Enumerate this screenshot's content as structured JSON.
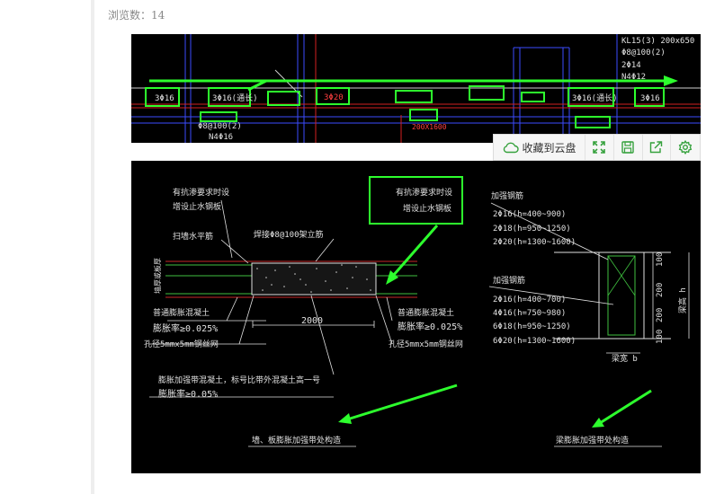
{
  "meta": {
    "views_label": "浏览数：",
    "views_count": "14"
  },
  "toolbar": {
    "save_to_cloud_label": "收藏到云盘",
    "colors": {
      "accent": "#35a13c"
    }
  },
  "drawing_top": {
    "labels": {
      "kl": "KL15(3) 200x650",
      "stirrup": "Φ8@100(2)",
      "top_bars": "2Φ14",
      "side_bars": "N4Φ12",
      "left_bars": "3Φ16",
      "mid_bars": "3Φ16(通长)",
      "right_bars": "3Φ16(通长)",
      "right_small": "3Φ16",
      "lower_left_1": "Φ8@100(2)",
      "lower_left_2": "N4Φ16",
      "mid_red": "3Φ20",
      "mid_red2": "200X1600"
    }
  },
  "drawing_main": {
    "note_a_1": "有抗渗要求时设",
    "note_a_2": "增设止水钢板",
    "note_b_1": "有抗渗要求时设",
    "note_b_2": "增设止水钢板",
    "brace": "焊接Φ8@100架立筋",
    "wall_bars": "扫墙水平筋",
    "wall_thick": "墙厚或板厚",
    "concrete_left": "普通膨胀混凝土",
    "expansion_left": "膨胀率≥0.025%",
    "mesh_left": "孔径5mmx5mm钢丝网",
    "concrete_right": "普通膨胀混凝土",
    "expansion_right": "膨胀率≥0.025%",
    "mesh_right": "孔径5mmx5mm钢丝网",
    "dim_2000": "2000",
    "band_1": "膨胀加强带混凝土，标号比带外混凝土高一号",
    "band_2": "膨胀率≥0.05%",
    "title_left": "墙、板膨胀加强带处构造",
    "rebar_title": "加强钢筋",
    "rebar_1": "2Φ16(h=400~900)",
    "rebar_2": "2Φ18(h=950~1250)",
    "rebar_3": "2Φ20(h=1300~1600)",
    "rebar_title2": "加强钢筋",
    "rebar_4": "2Φ16(h=400~700)",
    "rebar_5": "4Φ16(h=750~980)",
    "rebar_6": "6Φ18(h=950~1250)",
    "rebar_7": "6Φ20(h=1300~1600)",
    "dim_100a": "100",
    "dim_200a": "200",
    "dim_200b": "200",
    "dim_100b": "100",
    "beam_h": "梁高 h",
    "beam_b": "梁宽 b",
    "title_right": "梁膨胀加强带处构造"
  }
}
